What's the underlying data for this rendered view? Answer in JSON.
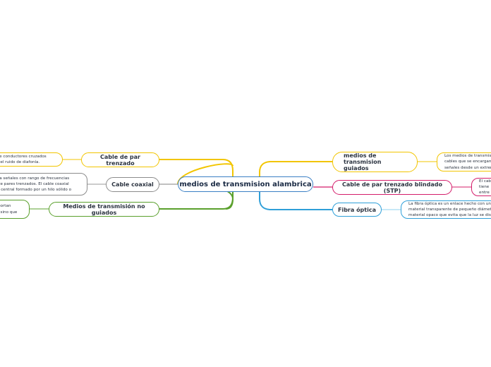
{
  "central": {
    "label": "medios de transmision alambrica",
    "color": "#3a7fc4"
  },
  "left": [
    {
      "id": "par",
      "label": "Cable de par trenzado",
      "color": "#f2c500",
      "note": "re conductores cruzados\nl el ruido de diafonía."
    },
    {
      "id": "coax",
      "label": "Cable coaxial",
      "color": "#8c8c8c",
      "note": "ta señales con rango de frecuencias\nde pares trenzados. El cable coaxial\nr central formado por un hilo sólido o"
    },
    {
      "id": "noguiados",
      "label": "Medios de transmisión no guiados",
      "color": "#5aa02c",
      "note": "portan\n, sino que"
    }
  ],
  "right": [
    {
      "id": "guiados",
      "label": "medios de transmision\nguiados",
      "color": "#f2c500",
      "note": "Los medios de transmisi\ncables que se encargan\nseñales desde un extrem"
    },
    {
      "id": "stp",
      "label": "Cable de par trenzado blindado (STP)",
      "color": "#d41c6a",
      "note": "El cab\ntiene\nentre"
    },
    {
      "id": "fibra",
      "label": "Fibra óptica",
      "color": "#2f9fd8",
      "note": "La fibra óptica es un enlace hecho con un\nmaterial transparente de pequeño diámet\nmaterial opaco que evita que la luz se dis"
    }
  ],
  "link_colors": {
    "yellow": "#f2c500",
    "gray": "#9a9a9a",
    "green": "#5aa02c",
    "blue_right": "#2f9fd8",
    "pink": "#d41c6a",
    "light_blue": "#8fd0ef"
  }
}
